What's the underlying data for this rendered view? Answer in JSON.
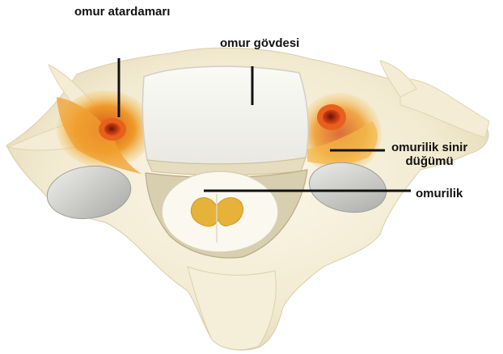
{
  "labels": {
    "vertebral_artery": "omur atardamarı",
    "vertebral_body": "omur gövdesi",
    "spinal_cord": "omurilik",
    "spinal_ganglion_line1": "omurilik sinir",
    "spinal_ganglion_line2": "düğümü"
  },
  "colors": {
    "bone": "#f6f0dc",
    "bone_shadow": "#e4dcc2",
    "artery": "#c0320c",
    "ganglion_tissue": "#e8851a",
    "cord_gray_matter": "#e6b23a",
    "leader_line": "#111111"
  }
}
